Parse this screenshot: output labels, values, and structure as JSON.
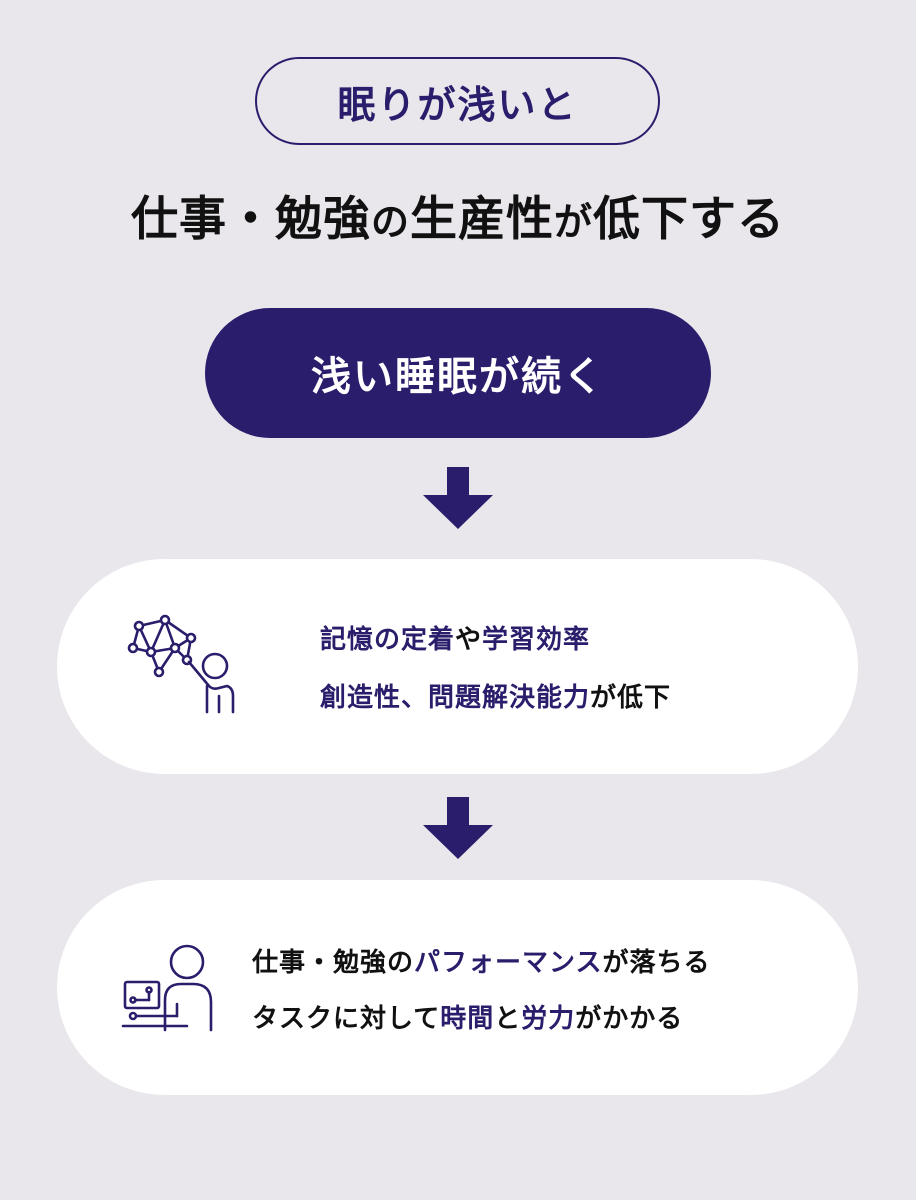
{
  "header": {
    "badge": "眠りが浅いと",
    "headline": {
      "part1": "仕事・勉強",
      "part2": "の",
      "part3": "生産性",
      "part4": "が",
      "part5": "低下する"
    }
  },
  "cause": {
    "label": "浅い睡眠が続く"
  },
  "effect1": {
    "icon": "network-presentation-icon",
    "line1": [
      {
        "text": "記憶の定着",
        "hl": true
      },
      {
        "text": "や",
        "hl": false
      },
      {
        "text": "学習効率",
        "hl": true
      }
    ],
    "line2": [
      {
        "text": "創造性、問題解決能力",
        "hl": true
      },
      {
        "text": "が低下",
        "hl": false
      }
    ]
  },
  "effect2": {
    "icon": "person-at-desk-icon",
    "line1": [
      {
        "text": "仕事・勉強の",
        "hl": false
      },
      {
        "text": "パフォーマンス",
        "hl": true
      },
      {
        "text": "が落ちる",
        "hl": false
      }
    ],
    "line2": [
      {
        "text": "タスクに対して",
        "hl": false
      },
      {
        "text": "時間",
        "hl": true
      },
      {
        "text": "と",
        "hl": false
      },
      {
        "text": "労力",
        "hl": true
      },
      {
        "text": "がかかる",
        "hl": false
      }
    ]
  },
  "colors": {
    "accent": "#2a1d6b",
    "background": "#e9e7ec",
    "card": "#ffffff"
  }
}
